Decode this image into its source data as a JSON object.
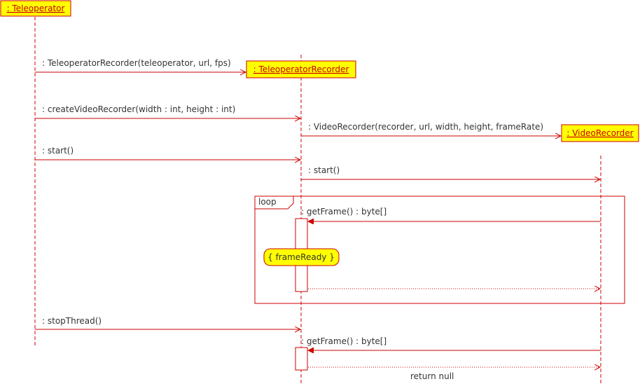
{
  "objects": {
    "teleoperator": ": Teleoperator",
    "recorder": ": TeleoperatorRecorder",
    "videoRecorder": ": VideoRecorder"
  },
  "messages": {
    "m1": ": TeleoperatorRecorder(teleoperator, url, fps)",
    "m2": ": createVideoRecorder(width : int, height : int)",
    "m3": ": VideoRecorder(recorder, url, width, height, frameRate)",
    "m4": ": start()",
    "m5": ": start()",
    "m6": ": getFrame() : byte[]",
    "m7": ": stopThread()",
    "m8": ": getFrame() : byte[]",
    "m8_return": "return null"
  },
  "fragment": {
    "operator": "loop",
    "constraint": "{ frameReady }"
  },
  "colors": {
    "line": "#cc0000",
    "object_fill": "#ffff00",
    "text": "#333333"
  }
}
